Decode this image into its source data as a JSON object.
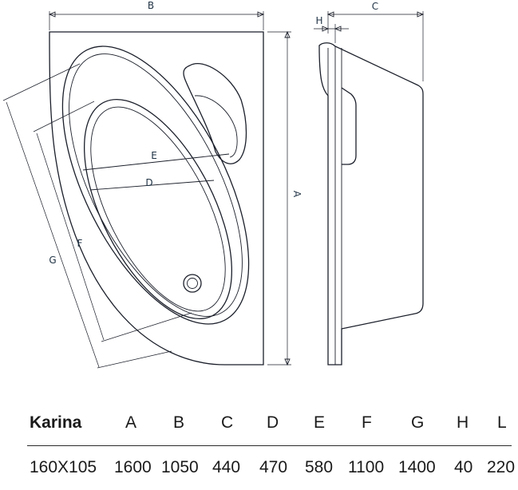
{
  "drawing": {
    "labels": {
      "A": "A",
      "B": "B",
      "C": "C",
      "D": "D",
      "E": "E",
      "F": "F",
      "G": "G",
      "H": "H"
    }
  },
  "table": {
    "header": {
      "model": "Karina",
      "columns": [
        "A",
        "B",
        "C",
        "D",
        "E",
        "F",
        "G",
        "H",
        "L"
      ]
    },
    "row": {
      "size": "160X105",
      "values": [
        "1600",
        "1050",
        "440",
        "470",
        "580",
        "1100",
        "1400",
        "40",
        "220"
      ]
    }
  },
  "colors": {
    "line": "#1b1f2a",
    "label": "#1f3244"
  }
}
